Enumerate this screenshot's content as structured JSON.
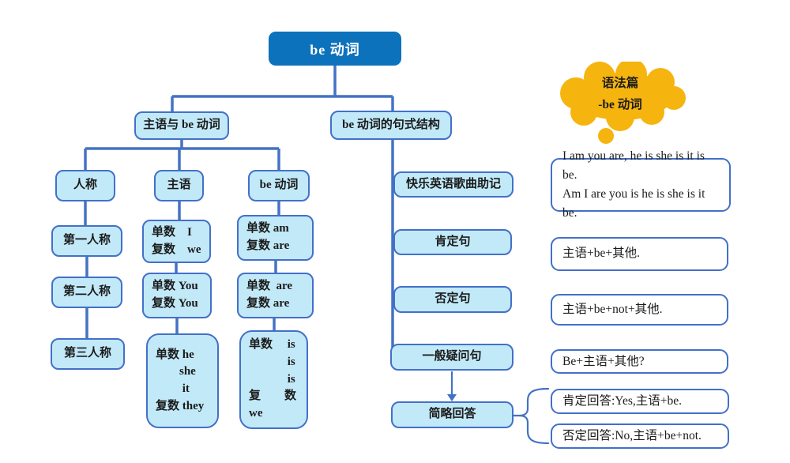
{
  "palette": {
    "node_fill": "#c2e9f8",
    "node_border": "#4370c9",
    "line_color": "#4472c4",
    "root_fill": "#0d72bc",
    "root_text": "#ffffff",
    "cloud_fill": "#f6b40f",
    "text_color": "#1b1b1b"
  },
  "root": {
    "label": "be 动词"
  },
  "cloud": {
    "text": "语法篇\n-be 动词"
  },
  "left_branch": {
    "label": "主语与 be 动词",
    "col_person": {
      "header": "人称",
      "items": [
        "第一人称",
        "第二人称",
        "第三人称"
      ]
    },
    "col_subject": {
      "header": "主语",
      "items": [
        "单数　I\n复数　we",
        "单数 You\n复数 You",
        "单数 he\n　　she\n　　 it\n复数 they"
      ]
    },
    "col_be": {
      "header": "be 动词",
      "items": [
        "单数 am\n复数 are",
        "单数  are\n复数 are",
        "单数　 is\n　　　 is\n　　　 is\n复　　数\nwe"
      ]
    }
  },
  "right_branch": {
    "label": "be 动词的句式结构",
    "items": [
      "快乐英语歌曲助记",
      "肯定句",
      "否定句",
      "一般疑问句",
      "简略回答"
    ]
  },
  "notes": [
    "I am you are, he is she is it is be.\nAm I are you is he is she is it be.",
    "主语+be+其他.",
    "主语+be+not+其他.",
    "Be+主语+其他?",
    "肯定回答:Yes,主语+be.",
    "否定回答:No,主语+be+not."
  ]
}
